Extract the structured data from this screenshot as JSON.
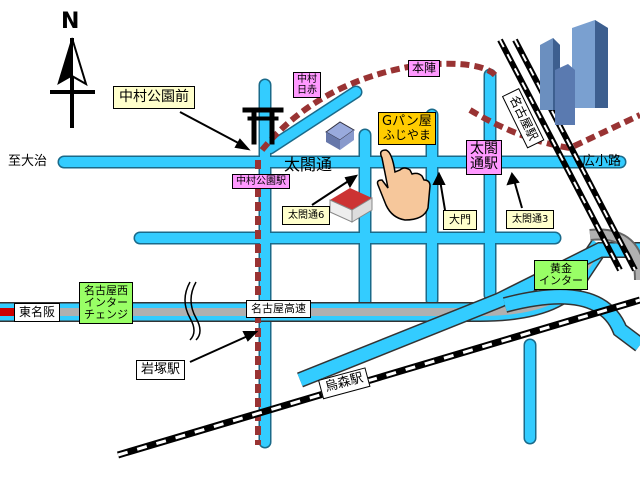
{
  "compass": {
    "letter": "N"
  },
  "labels": {
    "nakamura_koen_mae": "中村公園前",
    "nakamura_nisseki_1": "中村",
    "nakamura_nisseki_2": "日赤",
    "honjin": "本陣",
    "meieki_vertical": "名古屋駅",
    "shop_line1": "Gパン屋",
    "shop_line2": "ふじやま",
    "taikodori_street": "太閤通",
    "taikodori_sta_1": "太閤",
    "taikodori_sta_2": "通駅",
    "hirokoji": "広小路",
    "to_ojiji": "至大治",
    "nakamura_koen_sta": "中村公園駅",
    "taikodori6": "太閤通6",
    "daimon": "大門",
    "taikodori3": "太閤通3",
    "kogane_1": "黄金",
    "kogane_2": "インター",
    "higashi_meihan": "東名阪",
    "nagoya_nishi_1": "名古屋西",
    "nagoya_nishi_2": "インター",
    "nagoya_nishi_3": "チェンジ",
    "nagoya_kosoku": "名古屋高速",
    "iwatsuka": "岩塚駅",
    "karasumori": "烏森駅"
  },
  "colors": {
    "road": "#33ccff",
    "highway": "#b0b0b0",
    "subway": "#993333",
    "shop_box": "#ffcc00",
    "station_box": "#ff99ff",
    "interchange_box": "#99ff66"
  }
}
